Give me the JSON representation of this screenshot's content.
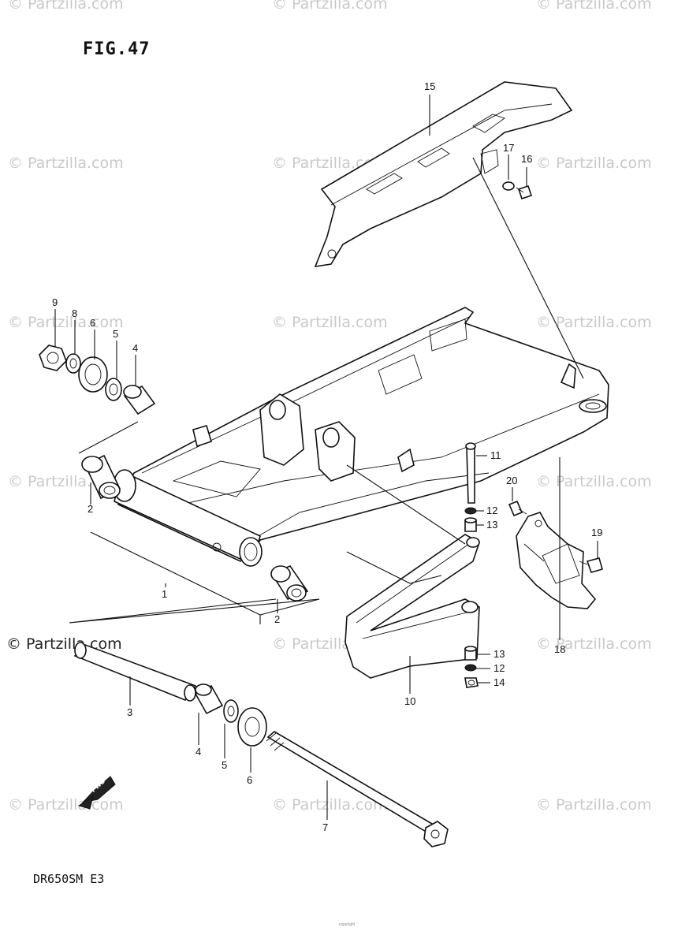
{
  "figure": {
    "title": "FIG.47",
    "model": "DR650SM E3",
    "footer_fineprint": "copyright"
  },
  "watermark": {
    "text": "© Partzilla.com",
    "highlighted_text": "© Partzilla.com"
  },
  "callouts": [
    {
      "id": "c1",
      "label": "1"
    },
    {
      "id": "c2a",
      "label": "2"
    },
    {
      "id": "c2b",
      "label": "2"
    },
    {
      "id": "c3",
      "label": "3"
    },
    {
      "id": "c4a",
      "label": "4"
    },
    {
      "id": "c4b",
      "label": "4"
    },
    {
      "id": "c5a",
      "label": "5"
    },
    {
      "id": "c5b",
      "label": "5"
    },
    {
      "id": "c6a",
      "label": "6"
    },
    {
      "id": "c6b",
      "label": "6"
    },
    {
      "id": "c7",
      "label": "7"
    },
    {
      "id": "c8",
      "label": "8"
    },
    {
      "id": "c9",
      "label": "9"
    },
    {
      "id": "c10",
      "label": "10"
    },
    {
      "id": "c11",
      "label": "11"
    },
    {
      "id": "c12a",
      "label": "12"
    },
    {
      "id": "c12b",
      "label": "12"
    },
    {
      "id": "c13a",
      "label": "13"
    },
    {
      "id": "c13b",
      "label": "13"
    },
    {
      "id": "c14",
      "label": "14"
    },
    {
      "id": "c15",
      "label": "15"
    },
    {
      "id": "c16",
      "label": "16"
    },
    {
      "id": "c17",
      "label": "17"
    },
    {
      "id": "c18",
      "label": "18"
    },
    {
      "id": "c19",
      "label": "19"
    },
    {
      "id": "c20",
      "label": "20"
    }
  ],
  "fwd_label": "FWD"
}
